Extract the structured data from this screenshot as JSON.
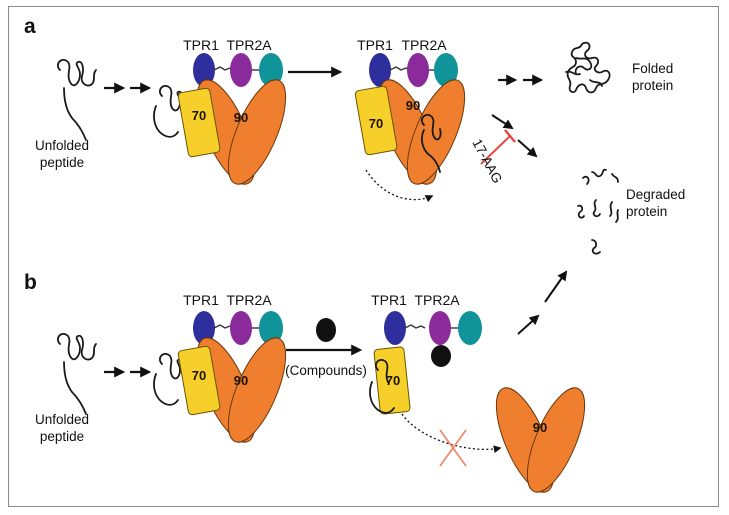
{
  "panels": {
    "a": {
      "letter": "a",
      "unfolded_label": [
        "Unfolded",
        "peptide"
      ],
      "complex1": {
        "tpr1": "TPR1",
        "tpr2a": "TPR2A",
        "hsp70": "70",
        "hsp90": "90"
      },
      "complex2": {
        "tpr1": "TPR1",
        "tpr2a": "TPR2A",
        "hsp70": "70",
        "hsp90": "90"
      },
      "folded_label": [
        "Folded",
        "protein"
      ],
      "inhibitor": "17-AAG"
    },
    "b": {
      "letter": "b",
      "unfolded_label": [
        "Unfolded",
        "peptide"
      ],
      "complex1": {
        "tpr1": "TPR1",
        "tpr2a": "TPR2A",
        "hsp70": "70",
        "hsp90": "90"
      },
      "compounds_label": "(Compounds)",
      "complex2": {
        "tpr1": "TPR1",
        "tpr2a": "TPR2A",
        "hsp70": "70",
        "hsp90": "90"
      }
    }
  },
  "degraded_label": [
    "Degraded",
    "protein"
  ],
  "colors": {
    "tpr1": "#2e2e9c",
    "tpr2a": "#8b2a9a",
    "c_domain": "#10949a",
    "hsp70": "#f7cf2a",
    "hsp90": "#ef7f2e",
    "inhibitor": "#e4483a",
    "compound": "#111111"
  }
}
